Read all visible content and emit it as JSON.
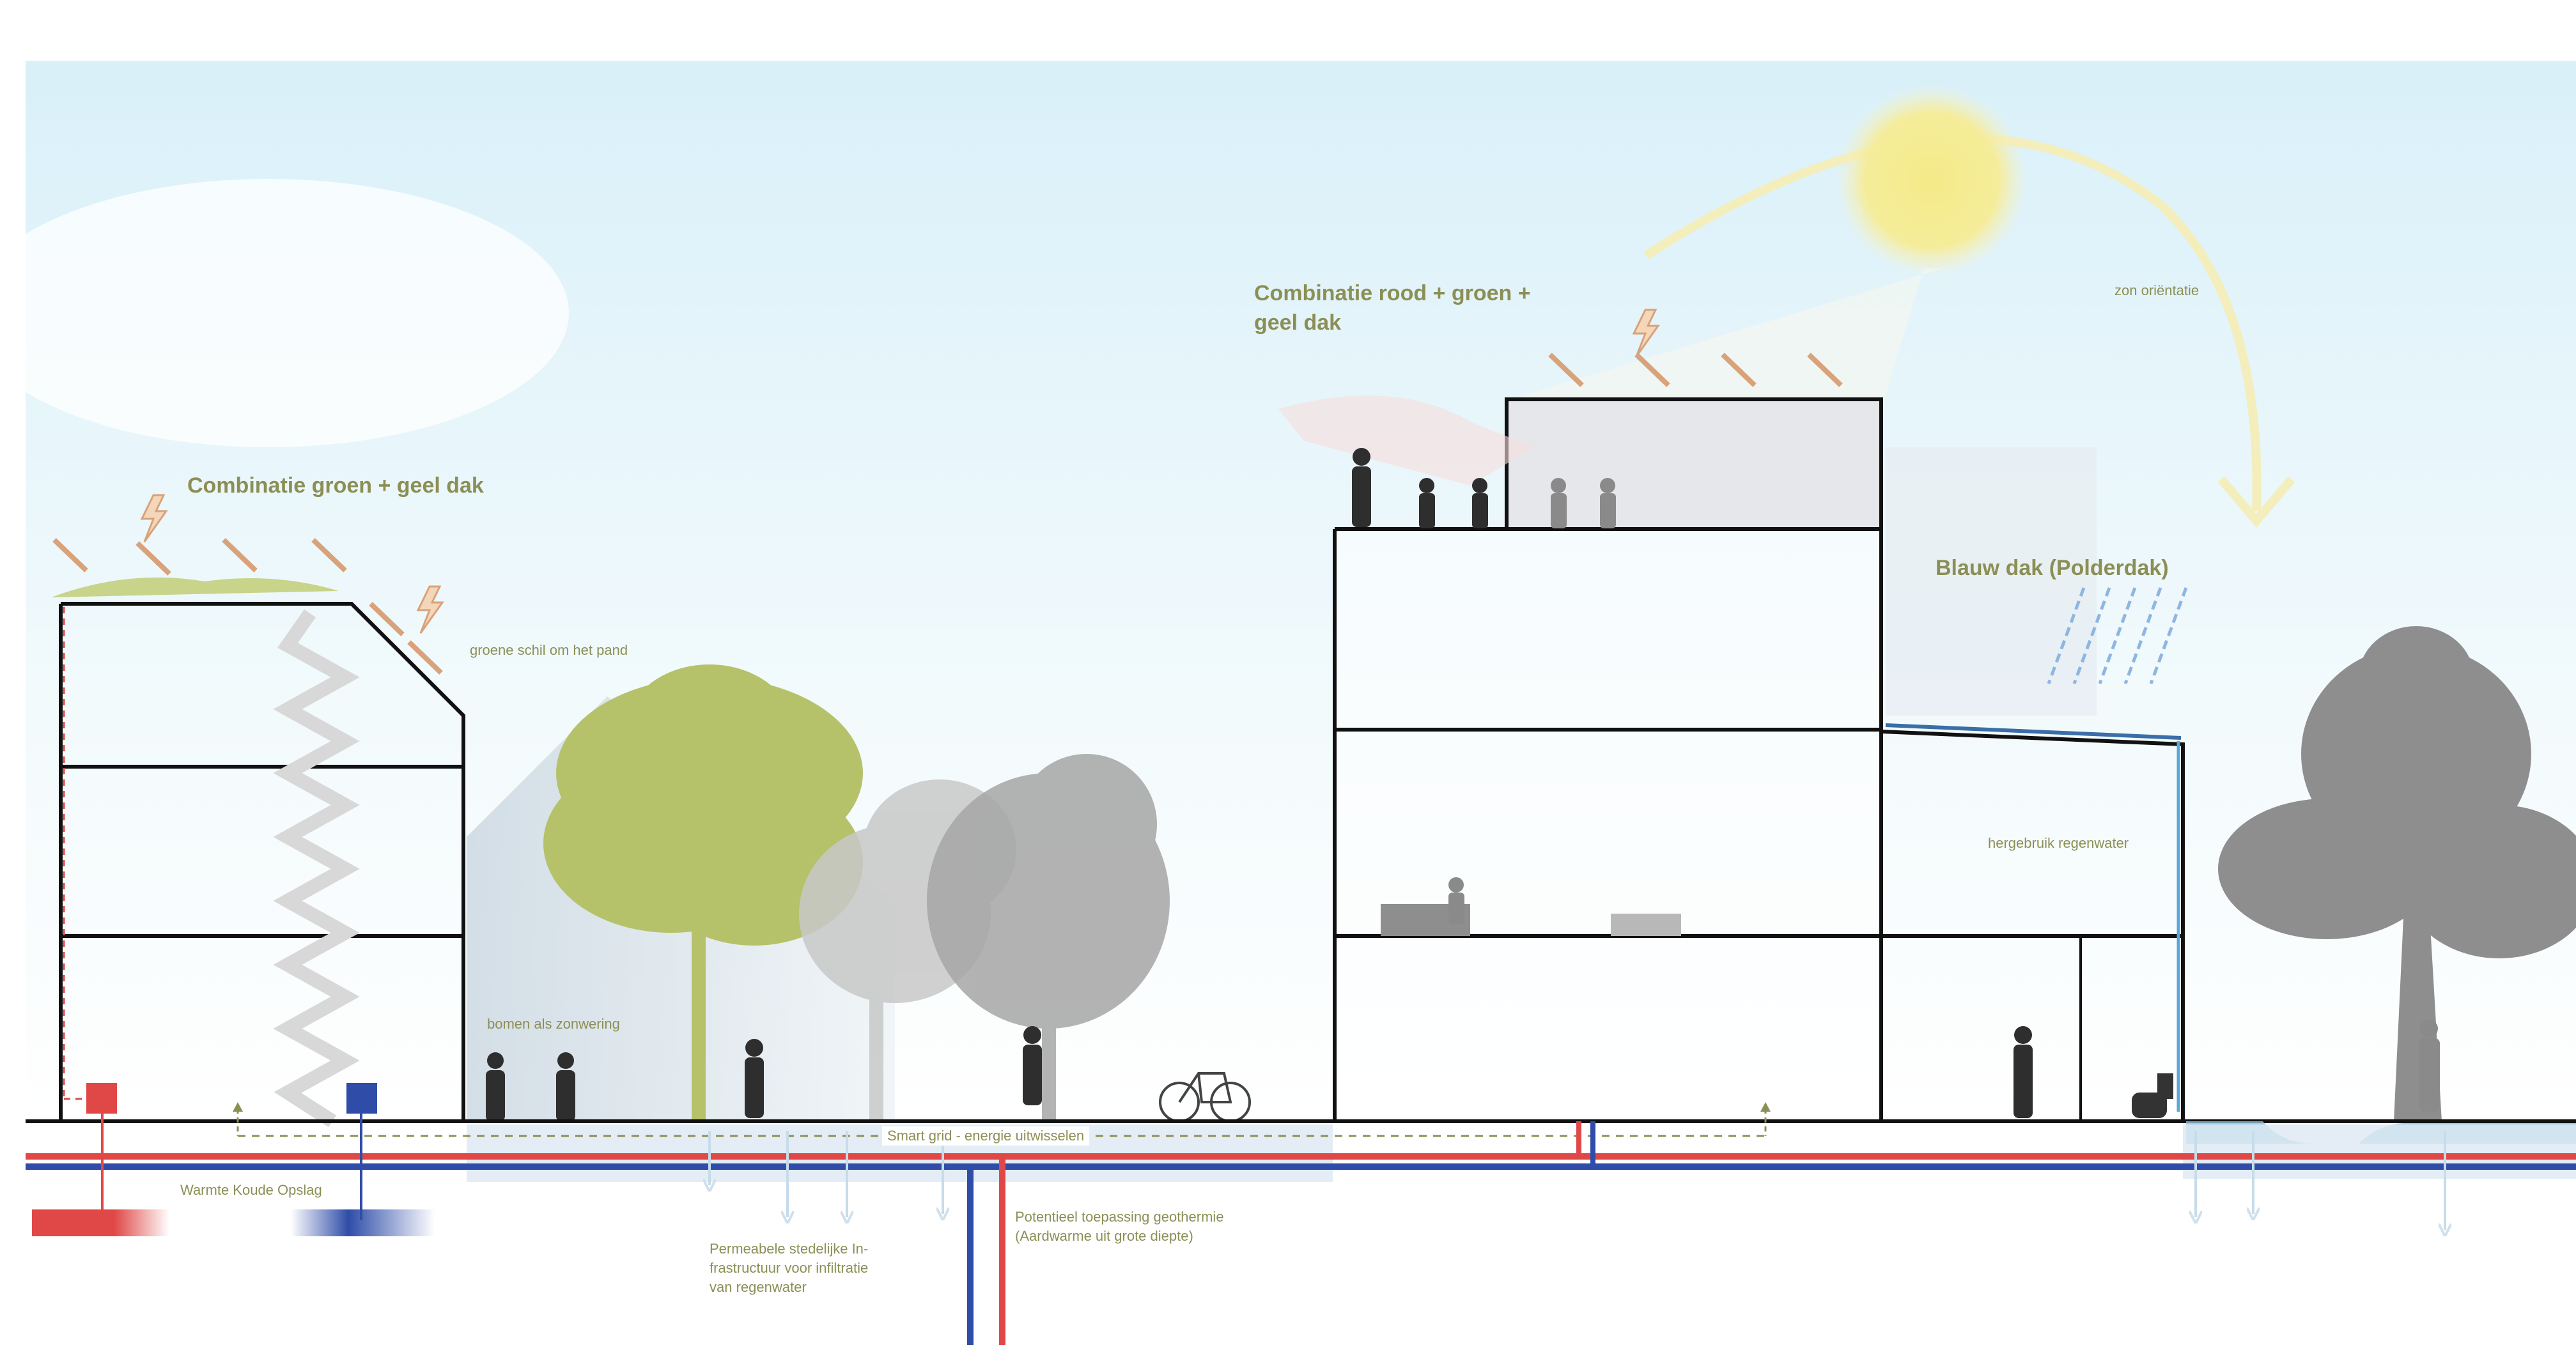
{
  "labels": {
    "combi_groen_geel": "Combinatie groen + geel dak",
    "combi_rood_groen_geel": "Combinatie rood + groen +\ngeel dak",
    "blauw_dak": "Blauw dak (Polderdak)",
    "zon_orientatie": "zon oriëntatie",
    "groene_schil": "groene schil om het pand",
    "bomen_zonwering": "bomen als zonwering",
    "hergebruik_regenwater": "hergebruik regenwater",
    "smart_grid": "Smart grid - energie uitwisselen",
    "warmte_koude": "Warmte Koude Opslag",
    "permeabele": "Permeabele stedelijke In-\nfrastructuur voor infiltratie\nvan regenwater",
    "geothermie": "Potentieel toepassing geothermie\n(Aardwarme uit grote diepte)"
  },
  "colors": {
    "label_text": "#8c8f55",
    "warm_pipe": "#e04848",
    "cold_pipe": "#2f4da8",
    "sun": "#f2e98a",
    "sun_arc": "#f3eebc",
    "green_tree": "#b5c26a",
    "grey_tree": "#9c9c9c",
    "sky": "#e4f4fb",
    "water": "#8fc3df"
  },
  "icons": [
    "sun-icon",
    "lightning-icon",
    "solar-panel-icon",
    "rain-icon",
    "bicycle-icon",
    "person-icon",
    "tree-icon",
    "arrow-down-icon",
    "toilet-icon"
  ]
}
